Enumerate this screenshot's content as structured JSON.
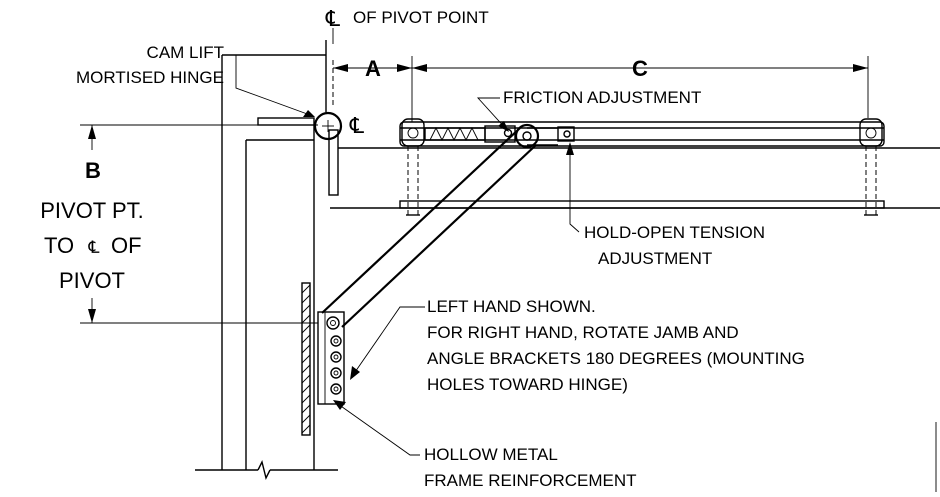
{
  "labels": {
    "centerline_pivot_point": "OF PIVOT POINT",
    "cam_lift_line1": "CAM LIFT",
    "cam_lift_line2": "MORTISED HINGE",
    "dim_a": "A",
    "dim_b": "B",
    "dim_c": "C",
    "friction_adjustment": "FRICTION  ADJUSTMENT",
    "pivot_line1": "PIVOT PT.",
    "pivot_line2_prefix": "TO",
    "pivot_line2_suffix": "OF",
    "pivot_line3": "PIVOT",
    "hold_open_line1": "HOLD-OPEN TENSION",
    "hold_open_line2": "ADJUSTMENT",
    "left_hand_line1": "LEFT HAND SHOWN.",
    "left_hand_line2": "FOR RIGHT HAND, ROTATE  JAMB AND",
    "left_hand_line3": "ANGLE BRACKETS 180 DEGREES (MOUNTING",
    "left_hand_line4": "HOLES TOWARD HINGE)",
    "hollow_line1": "HOLLOW METAL",
    "hollow_line2": "FRAME REINFORCEMENT"
  },
  "symbols": {
    "centerline": "℄"
  }
}
